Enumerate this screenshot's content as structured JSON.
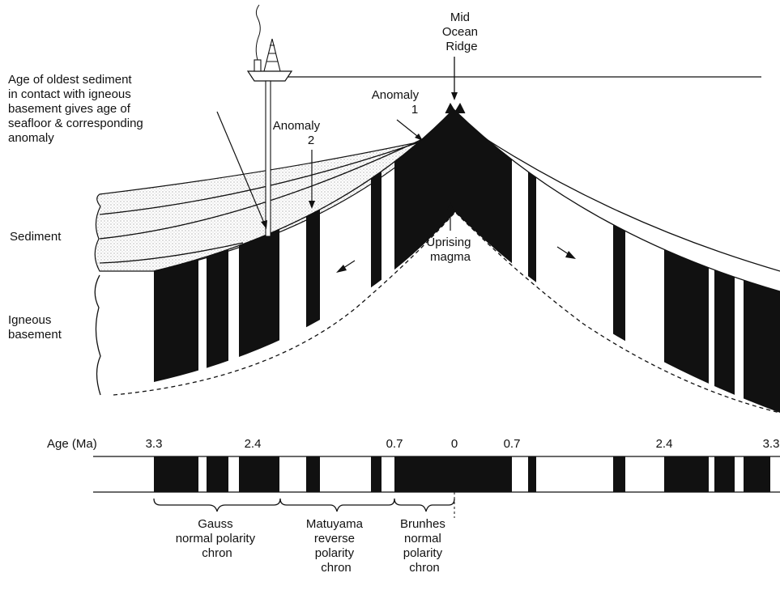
{
  "labels": {
    "ridge": [
      "Mid",
      "Ocean",
      "Ridge"
    ],
    "oldest_sediment": [
      "Age of oldest sediment",
      "in contact with igneous",
      "basement gives age of",
      "seafloor & corresponding",
      "anomaly"
    ],
    "anomaly1": [
      "Anomaly",
      "1"
    ],
    "anomaly2": [
      "Anomaly",
      "2"
    ],
    "sediment": "Sediment",
    "igneous": [
      "Igneous",
      "basement"
    ],
    "uprising": [
      "Uprising",
      "magma"
    ]
  },
  "age_axis": {
    "title": "Age (Ma)",
    "ticks": [
      "3.3",
      "2.4",
      "0.7",
      "0",
      "0.7",
      "2.4",
      "3.3"
    ]
  },
  "chrons": [
    {
      "lines": [
        "Gauss",
        "normal polarity",
        "chron"
      ]
    },
    {
      "lines": [
        "Matuyama",
        "reverse",
        "polarity",
        "chron"
      ]
    },
    {
      "lines": [
        "Brunhes",
        "normal",
        "polarity",
        "chron"
      ]
    }
  ]
}
